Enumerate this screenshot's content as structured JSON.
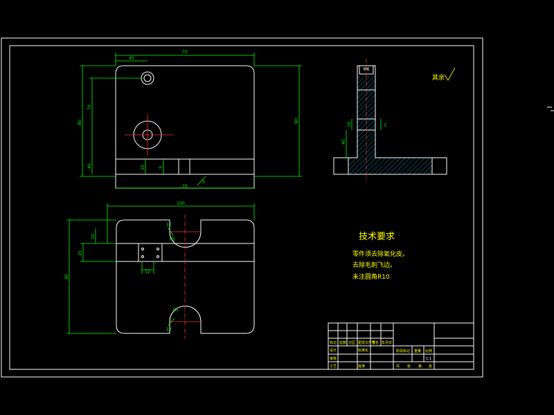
{
  "colors": {
    "background": "#000000",
    "outline": "#ffffff",
    "dimension": "#00ff00",
    "centerline": "#ff3030",
    "text_yellow": "#ffff00",
    "hatch": "#00ccff"
  },
  "top_view": {
    "dim_top_width": "70",
    "dim_top_offset": "45",
    "dim_bottom_width": "70",
    "dim_left_height": "80",
    "dim_left_inner": "70",
    "dim_left_small": "40",
    "dim_right_height": "90",
    "dim_slot": "10",
    "dim_chamfer": "3",
    "dim_slot_depth": "5"
  },
  "section_view": {
    "dim_thread": "M6",
    "dim_bore_left": "10",
    "dim_height": "40",
    "dim_small": "3"
  },
  "front_view": {
    "dim_width": "100",
    "dim_height": "90",
    "dim_rect_h": "25",
    "dim_rect_small": "10",
    "dim_rect_w": "12",
    "dim_slot_top": "12",
    "dim_slot_top_r": "R5",
    "dim_slot_bot": "12",
    "dim_slot_bot_r": "R5"
  },
  "roughness_note": "其余",
  "tech_requirements": {
    "title": "技术要求",
    "lines": [
      "零件须去除氧化皮。",
      "去除毛刺飞边。",
      "未注圆角R10"
    ]
  },
  "title_block": {
    "row1": [
      "标记",
      "处数",
      "分区",
      "更改文件号",
      "签名",
      "年月日"
    ],
    "row2": [
      "设计",
      "",
      "标准化",
      ""
    ],
    "row3": [
      "审核",
      "",
      ""
    ],
    "row4": [
      "工艺",
      "",
      "批准",
      ""
    ],
    "stage_labels": [
      "阶段标记",
      "重量",
      "比例"
    ],
    "scale": "1:1",
    "sheet_labels": [
      "共",
      "张",
      "第",
      "张"
    ]
  }
}
